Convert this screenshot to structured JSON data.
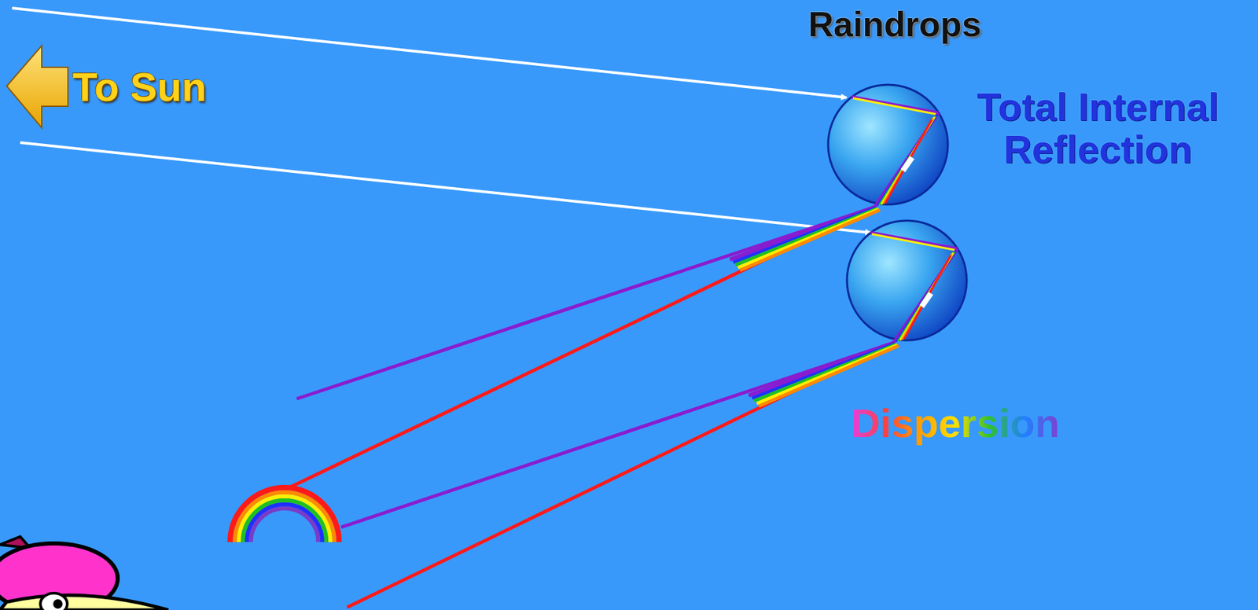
{
  "diagram": {
    "labels": [
      "Raindrops",
      "To Sun",
      "Total Internal Reflection",
      "Dispersion"
    ]
  }
}
